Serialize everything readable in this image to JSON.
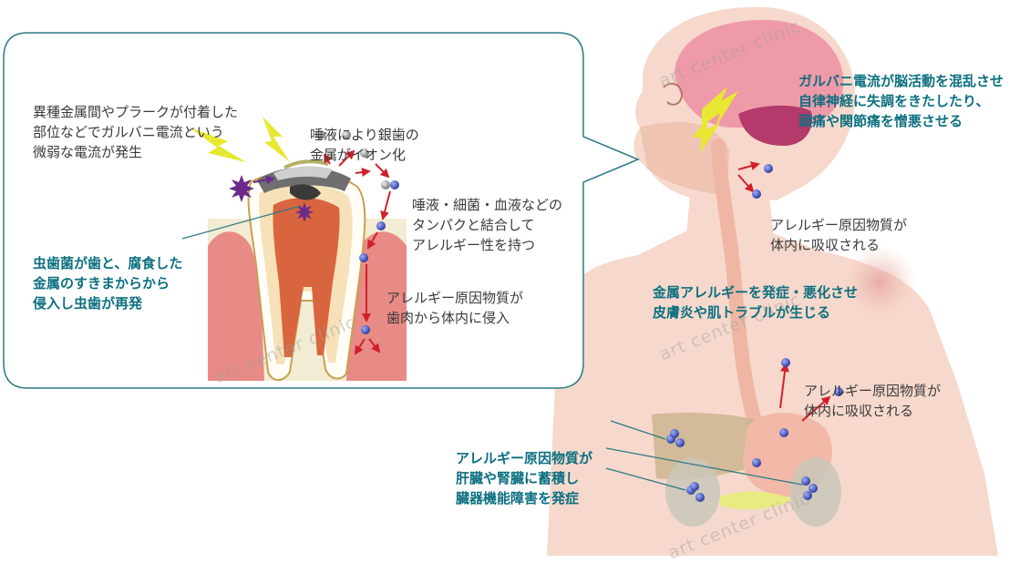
{
  "watermark": "art center clinic",
  "colors": {
    "skin": "#f6d9cc",
    "skin_dark": "#efc4b2",
    "brain": "#ef9aa8",
    "brain_dark": "#b33a6a",
    "teal_text": "#0c6f80",
    "bolt": "#e7e832",
    "arrow_red": "#d0202a",
    "particle_blue": "#3a4fb8",
    "gum": "#e88a86",
    "pulp": "#d9653f",
    "bubble_border": "#2c7a85"
  },
  "labels": {
    "galvanic_origin": [
      "異種金属間やプラークが付着した",
      "部位などでガルバニ電流という",
      "微弱な電流が発生"
    ],
    "saliva_ionize": [
      "唾液により銀歯の",
      "金属がイオン化"
    ],
    "protein_bind": [
      "唾液・細菌・血液などの",
      "タンパクと結合して",
      "アレルギー性を持つ"
    ],
    "caries_bacteria": [
      "虫歯菌が歯と、腐食した",
      "金属のすきまからから",
      "侵入し虫歯が再発"
    ],
    "gum_invasion": [
      "アレルギー原因物質が",
      "歯肉から体内に侵入"
    ],
    "brain_effect": [
      "ガルバニ電流が脳活動を混乱させ",
      "自律神経に失調をきたしたり、",
      "頭痛や関節痛を憎悪させる"
    ],
    "absorbed_upper": [
      "アレルギー原因物質が",
      "体内に吸収される"
    ],
    "skin_effect": [
      "金属アレルギーを発症・悪化させ",
      "皮膚炎や肌トラブルが生じる"
    ],
    "absorbed_lower": [
      "アレルギー原因物質が",
      "体内に吸収される"
    ],
    "organ_effect": [
      "アレルギー原因物質が",
      "肝臓や腎臓に蓄積し",
      "臓器機能障害を発症"
    ]
  }
}
